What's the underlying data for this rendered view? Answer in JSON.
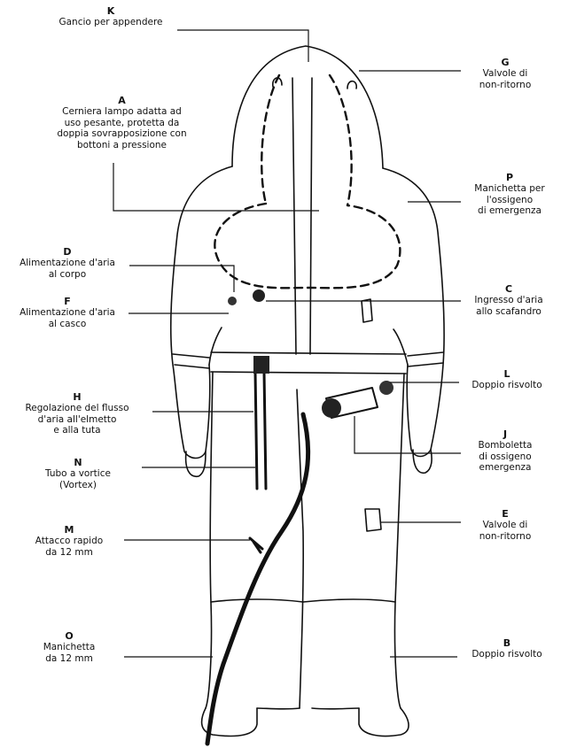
{
  "labels": {
    "K": {
      "code": "K",
      "text": "Gancio per appendere"
    },
    "G": {
      "code": "G",
      "line1": "Valvole di",
      "line2": "non-ritorno"
    },
    "A": {
      "code": "A",
      "line1": "Cerniera lampo adatta ad",
      "line2": "uso pesante, protetta da",
      "line3": "doppia sovrapposizione con",
      "line4": "bottoni a pressione"
    },
    "P": {
      "code": "P",
      "line1": "Manichetta per",
      "line2": "l'ossigeno",
      "line3": "di emergenza"
    },
    "D": {
      "code": "D",
      "line1": "Alimentazione d'aria",
      "line2": "al corpo"
    },
    "C": {
      "code": "C",
      "line1": "Ingresso d'aria",
      "line2": "allo scafandro"
    },
    "F": {
      "code": "F",
      "line1": "Alimentazione d'aria",
      "line2": "al casco"
    },
    "L": {
      "code": "L",
      "text": "Doppio risvolto"
    },
    "H": {
      "code": "H",
      "line1": "Regolazione del flusso",
      "line2": "d'aria all'elmetto",
      "line3": "e alla tuta"
    },
    "J": {
      "code": "J",
      "line1": "Bomboletta",
      "line2": "di ossigeno",
      "line3": "emergenza"
    },
    "N": {
      "code": "N",
      "line1": "Tubo a vortice",
      "line2": "(Vortex)"
    },
    "E": {
      "code": "E",
      "line1": "Valvole di",
      "line2": "non-ritorno"
    },
    "M": {
      "code": "M",
      "line1": "Attacco rapido",
      "line2": "da 12 mm"
    },
    "O": {
      "code": "O",
      "line1": "Manichetta",
      "line2": "da 12 mm"
    },
    "B": {
      "code": "B",
      "text": "Doppio risvolto"
    }
  }
}
